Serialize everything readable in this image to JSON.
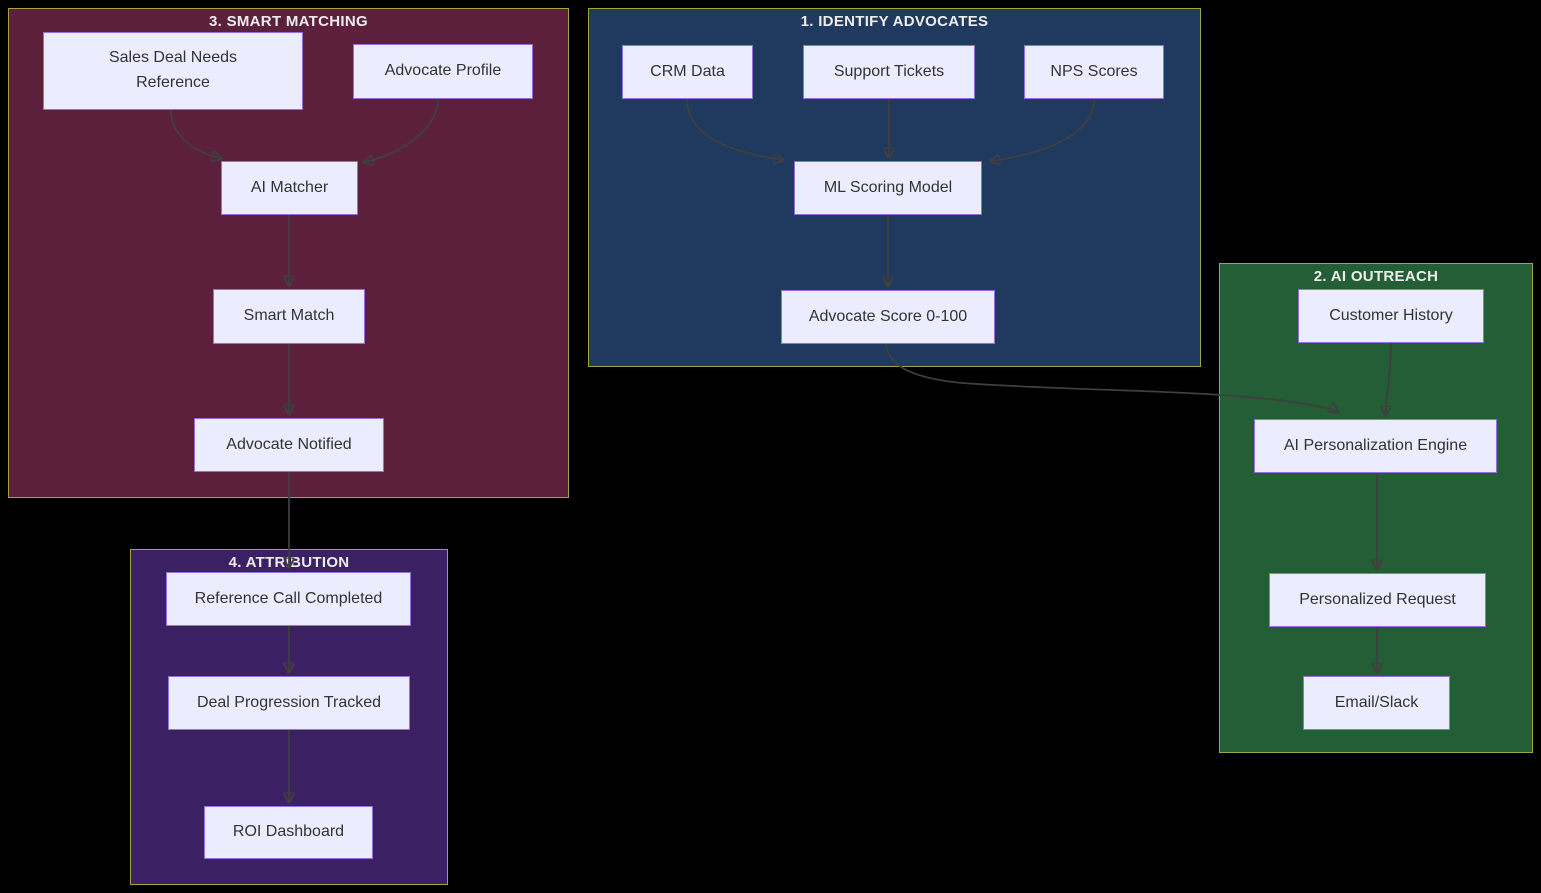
{
  "diagram": {
    "type": "flowchart",
    "direction": "top-down"
  },
  "colors": {
    "background": "#000000",
    "cluster_border": "#a2a53e",
    "cluster_title_text": "#ededed",
    "node_fill": "#ececff",
    "node_border": "#9370db",
    "node_text": "#333333",
    "edge": "#3f3f3f",
    "cluster_fills": {
      "smart_matching": "#5c203d",
      "identify_advocates": "#1f3a5e",
      "ai_outreach": "#235e36",
      "attribution": "#3b2164"
    }
  },
  "clusters": [
    {
      "id": "smart-matching",
      "title": "3. SMART MATCHING",
      "fill": "#5c203d"
    },
    {
      "id": "identify-advocates",
      "title": "1. IDENTIFY ADVOCATES",
      "fill": "#1f3a5e"
    },
    {
      "id": "ai-outreach",
      "title": "2. AI OUTREACH",
      "fill": "#235e36"
    },
    {
      "id": "attribution",
      "title": "4. ATTRIBUTION",
      "fill": "#3b2164"
    }
  ],
  "nodes": [
    {
      "id": "sales-deal-needs-reference",
      "label": "Sales Deal Needs\nReference",
      "cluster": "smart-matching"
    },
    {
      "id": "advocate-profile",
      "label": "Advocate Profile",
      "cluster": "smart-matching"
    },
    {
      "id": "ai-matcher",
      "label": "AI Matcher",
      "cluster": "smart-matching"
    },
    {
      "id": "smart-match",
      "label": "Smart Match",
      "cluster": "smart-matching"
    },
    {
      "id": "advocate-notified",
      "label": "Advocate Notified",
      "cluster": "smart-matching"
    },
    {
      "id": "crm-data",
      "label": "CRM Data",
      "cluster": "identify-advocates"
    },
    {
      "id": "support-tickets",
      "label": "Support Tickets",
      "cluster": "identify-advocates"
    },
    {
      "id": "nps-scores",
      "label": "NPS Scores",
      "cluster": "identify-advocates"
    },
    {
      "id": "ml-scoring-model",
      "label": "ML Scoring Model",
      "cluster": "identify-advocates"
    },
    {
      "id": "advocate-score-0-100",
      "label": "Advocate Score 0-100",
      "cluster": "identify-advocates"
    },
    {
      "id": "customer-history",
      "label": "Customer History",
      "cluster": "ai-outreach"
    },
    {
      "id": "ai-personalization-engine",
      "label": "AI Personalization Engine",
      "cluster": "ai-outreach"
    },
    {
      "id": "personalized-request",
      "label": "Personalized Request",
      "cluster": "ai-outreach"
    },
    {
      "id": "email-slack",
      "label": "Email/Slack",
      "cluster": "ai-outreach"
    },
    {
      "id": "reference-call-completed",
      "label": "Reference Call Completed",
      "cluster": "attribution"
    },
    {
      "id": "deal-progression-tracked",
      "label": "Deal Progression Tracked",
      "cluster": "attribution"
    },
    {
      "id": "roi-dashboard",
      "label": "ROI Dashboard",
      "cluster": "attribution"
    }
  ],
  "edges": [
    {
      "from": "sales-deal-needs-reference",
      "to": "ai-matcher"
    },
    {
      "from": "advocate-profile",
      "to": "ai-matcher"
    },
    {
      "from": "ai-matcher",
      "to": "smart-match"
    },
    {
      "from": "smart-match",
      "to": "advocate-notified"
    },
    {
      "from": "advocate-notified",
      "to": "reference-call-completed"
    },
    {
      "from": "crm-data",
      "to": "ml-scoring-model"
    },
    {
      "from": "support-tickets",
      "to": "ml-scoring-model"
    },
    {
      "from": "nps-scores",
      "to": "ml-scoring-model"
    },
    {
      "from": "ml-scoring-model",
      "to": "advocate-score-0-100"
    },
    {
      "from": "advocate-score-0-100",
      "to": "ai-personalization-engine"
    },
    {
      "from": "customer-history",
      "to": "ai-personalization-engine"
    },
    {
      "from": "ai-personalization-engine",
      "to": "personalized-request"
    },
    {
      "from": "personalized-request",
      "to": "email-slack"
    },
    {
      "from": "reference-call-completed",
      "to": "deal-progression-tracked"
    },
    {
      "from": "deal-progression-tracked",
      "to": "roi-dashboard"
    }
  ]
}
